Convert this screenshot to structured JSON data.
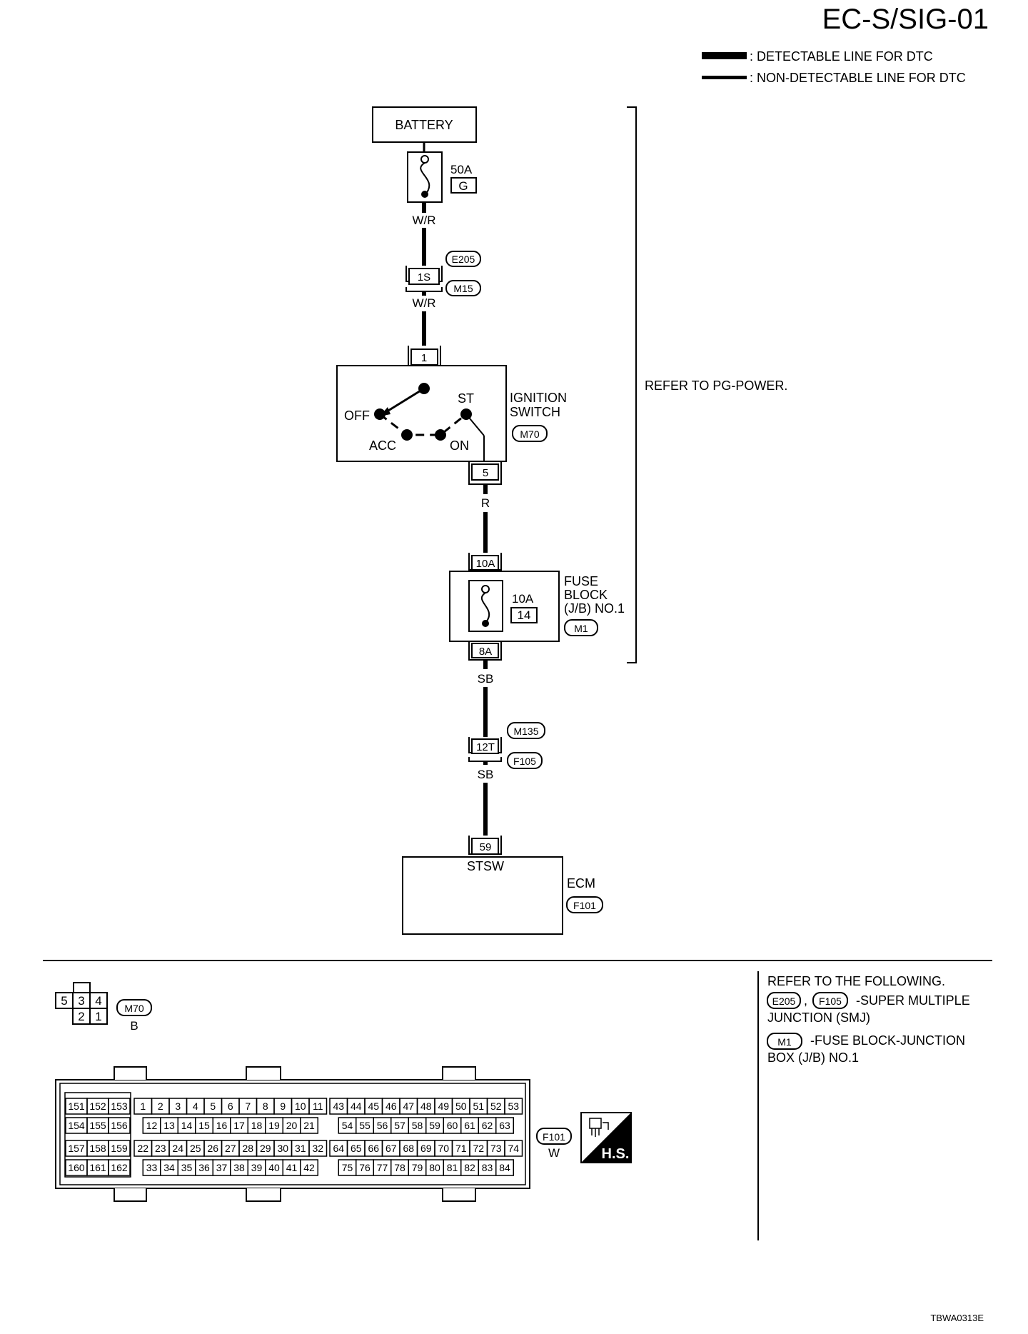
{
  "title": "EC-S/SIG-01",
  "legend": {
    "detectable": ": DETECTABLE LINE FOR DTC",
    "non_detectable": ": NON-DETECTABLE LINE FOR DTC"
  },
  "battery": "BATTERY",
  "fuse_50a": {
    "rating": "50A",
    "id": "G"
  },
  "wires": {
    "wr1": "W/R",
    "wr2": "W/R",
    "r": "R",
    "sb1": "SB",
    "sb2": "SB"
  },
  "connectors": {
    "e205": "E205",
    "m15": "M15",
    "pin_1s": "1S",
    "m135": "M135",
    "f105": "F105",
    "pin_12t": "12T",
    "m70": "M70",
    "m1": "M1",
    "f101": "F101"
  },
  "ignition_switch": {
    "pin_in": "1",
    "pin_out": "5",
    "label_line1": "IGNITION",
    "label_line2": "SWITCH",
    "positions": {
      "off": "OFF",
      "acc": "ACC",
      "on": "ON",
      "st": "ST"
    }
  },
  "refer_pg": "REFER TO PG-POWER.",
  "fuse_block": {
    "pin_in": "10A",
    "pin_out": "8A",
    "rating": "10A",
    "fuse_no": "14",
    "label_line1": "FUSE",
    "label_line2": "BLOCK",
    "label_line3": "(J/B) NO.1"
  },
  "ecm": {
    "pin": "59",
    "signal": "STSW",
    "label": "ECM"
  },
  "m70_face": {
    "top": [
      "5",
      "3",
      "4"
    ],
    "bottom": [
      "2",
      "1"
    ],
    "color": "B"
  },
  "f101_face": {
    "color": "W",
    "hs": "H.S.",
    "left_rows": [
      [
        "151",
        "152",
        "153"
      ],
      [
        "154",
        "155",
        "156"
      ],
      [
        "157",
        "158",
        "159"
      ],
      [
        "160",
        "161",
        "162"
      ]
    ],
    "mid_rows": [
      [
        "1",
        "2",
        "3",
        "4",
        "5",
        "6",
        "7",
        "8",
        "9",
        "10",
        "11"
      ],
      [
        "12",
        "13",
        "14",
        "15",
        "16",
        "17",
        "18",
        "19",
        "20",
        "21"
      ],
      [
        "22",
        "23",
        "24",
        "25",
        "26",
        "27",
        "28",
        "29",
        "30",
        "31",
        "32"
      ],
      [
        "33",
        "34",
        "35",
        "36",
        "37",
        "38",
        "39",
        "40",
        "41",
        "42"
      ]
    ],
    "right_rows": [
      [
        "43",
        "44",
        "45",
        "46",
        "47",
        "48",
        "49",
        "50",
        "51",
        "52",
        "53"
      ],
      [
        "54",
        "55",
        "56",
        "57",
        "58",
        "59",
        "60",
        "61",
        "62",
        "63"
      ],
      [
        "64",
        "65",
        "66",
        "67",
        "68",
        "69",
        "70",
        "71",
        "72",
        "73",
        "74"
      ],
      [
        "75",
        "76",
        "77",
        "78",
        "79",
        "80",
        "81",
        "82",
        "83",
        "84"
      ]
    ]
  },
  "refer_following": {
    "heading": "REFER TO THE FOLLOWING.",
    "smj_line1": "-SUPER MULTIPLE",
    "smj_line2": "JUNCTION (SMJ)",
    "fb_line1": "-FUSE BLOCK-JUNCTION",
    "fb_line2": "BOX (J/B) NO.1",
    "comma": ","
  },
  "footer_code": "TBWA0313E"
}
